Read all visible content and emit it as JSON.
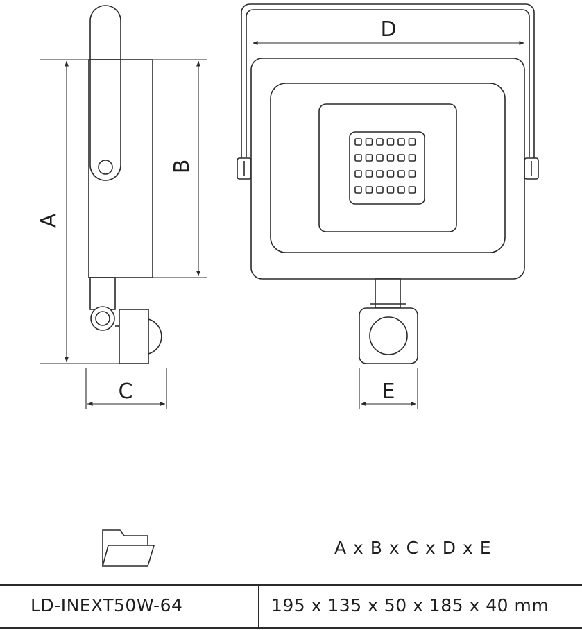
{
  "dimension_labels": {
    "a": "A",
    "b": "B",
    "c": "C",
    "d": "D",
    "e": "E"
  },
  "table": {
    "header_icon": "folder-icon",
    "header_formula": "A x B x C x D x E",
    "model": "LD-INEXT50W-64",
    "dimensions": "195 x 135 x 50 x 185 x 40 mm"
  },
  "colors": {
    "line": "#2a2a2a",
    "text": "#1e1e1e",
    "background": "#ffffff"
  }
}
